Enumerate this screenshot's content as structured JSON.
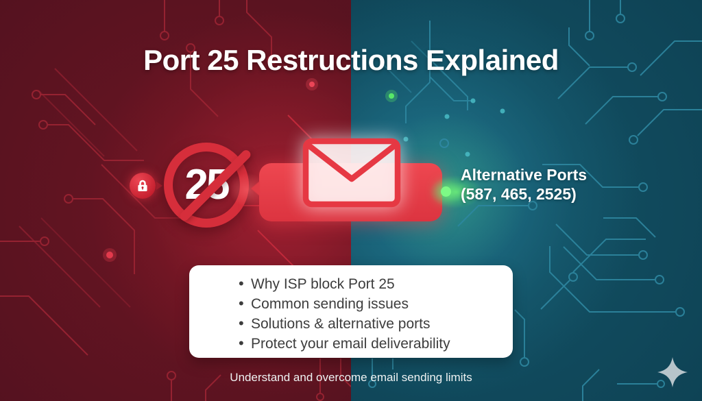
{
  "title": "Port 25 Restructions Explained",
  "hero": {
    "port_number": "25",
    "alt_ports_line1": "Alternative Ports",
    "alt_ports_line2": "(587, 465, 2525)"
  },
  "topics": {
    "items": [
      "Why ISP block Port 25",
      "Common sending issues",
      "Solutions & alternative ports",
      "Protect your email deliverability"
    ]
  },
  "tagline": "Understand and overcome email sending limits",
  "icons": {
    "lock": "lock-icon",
    "no_entry": "no-entry-sign-icon",
    "envelope": "email-envelope-icon",
    "sparkle": "sparkle-star-icon"
  },
  "colors": {
    "left_background": "#53121f",
    "right_background": "#0e4254",
    "accent_red": "#e4404b",
    "prohibition_red": "#d62e3b",
    "signal_green": "#7dfa86",
    "card_background": "#ffffff",
    "card_text": "#3d3d3d",
    "light_text": "#ffffff"
  }
}
